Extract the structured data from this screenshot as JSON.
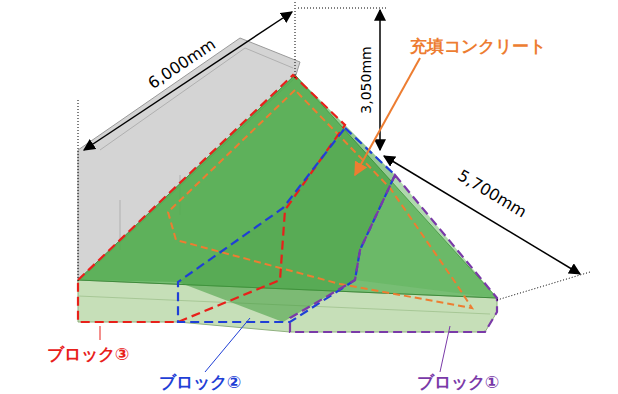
{
  "diagram": {
    "labels": [
      "6,000mm",
      "3,050mm",
      "充填コンクリート",
      "5,700mm",
      "ブロック③",
      "ブロック②",
      "ブロック①"
    ]
  }
}
